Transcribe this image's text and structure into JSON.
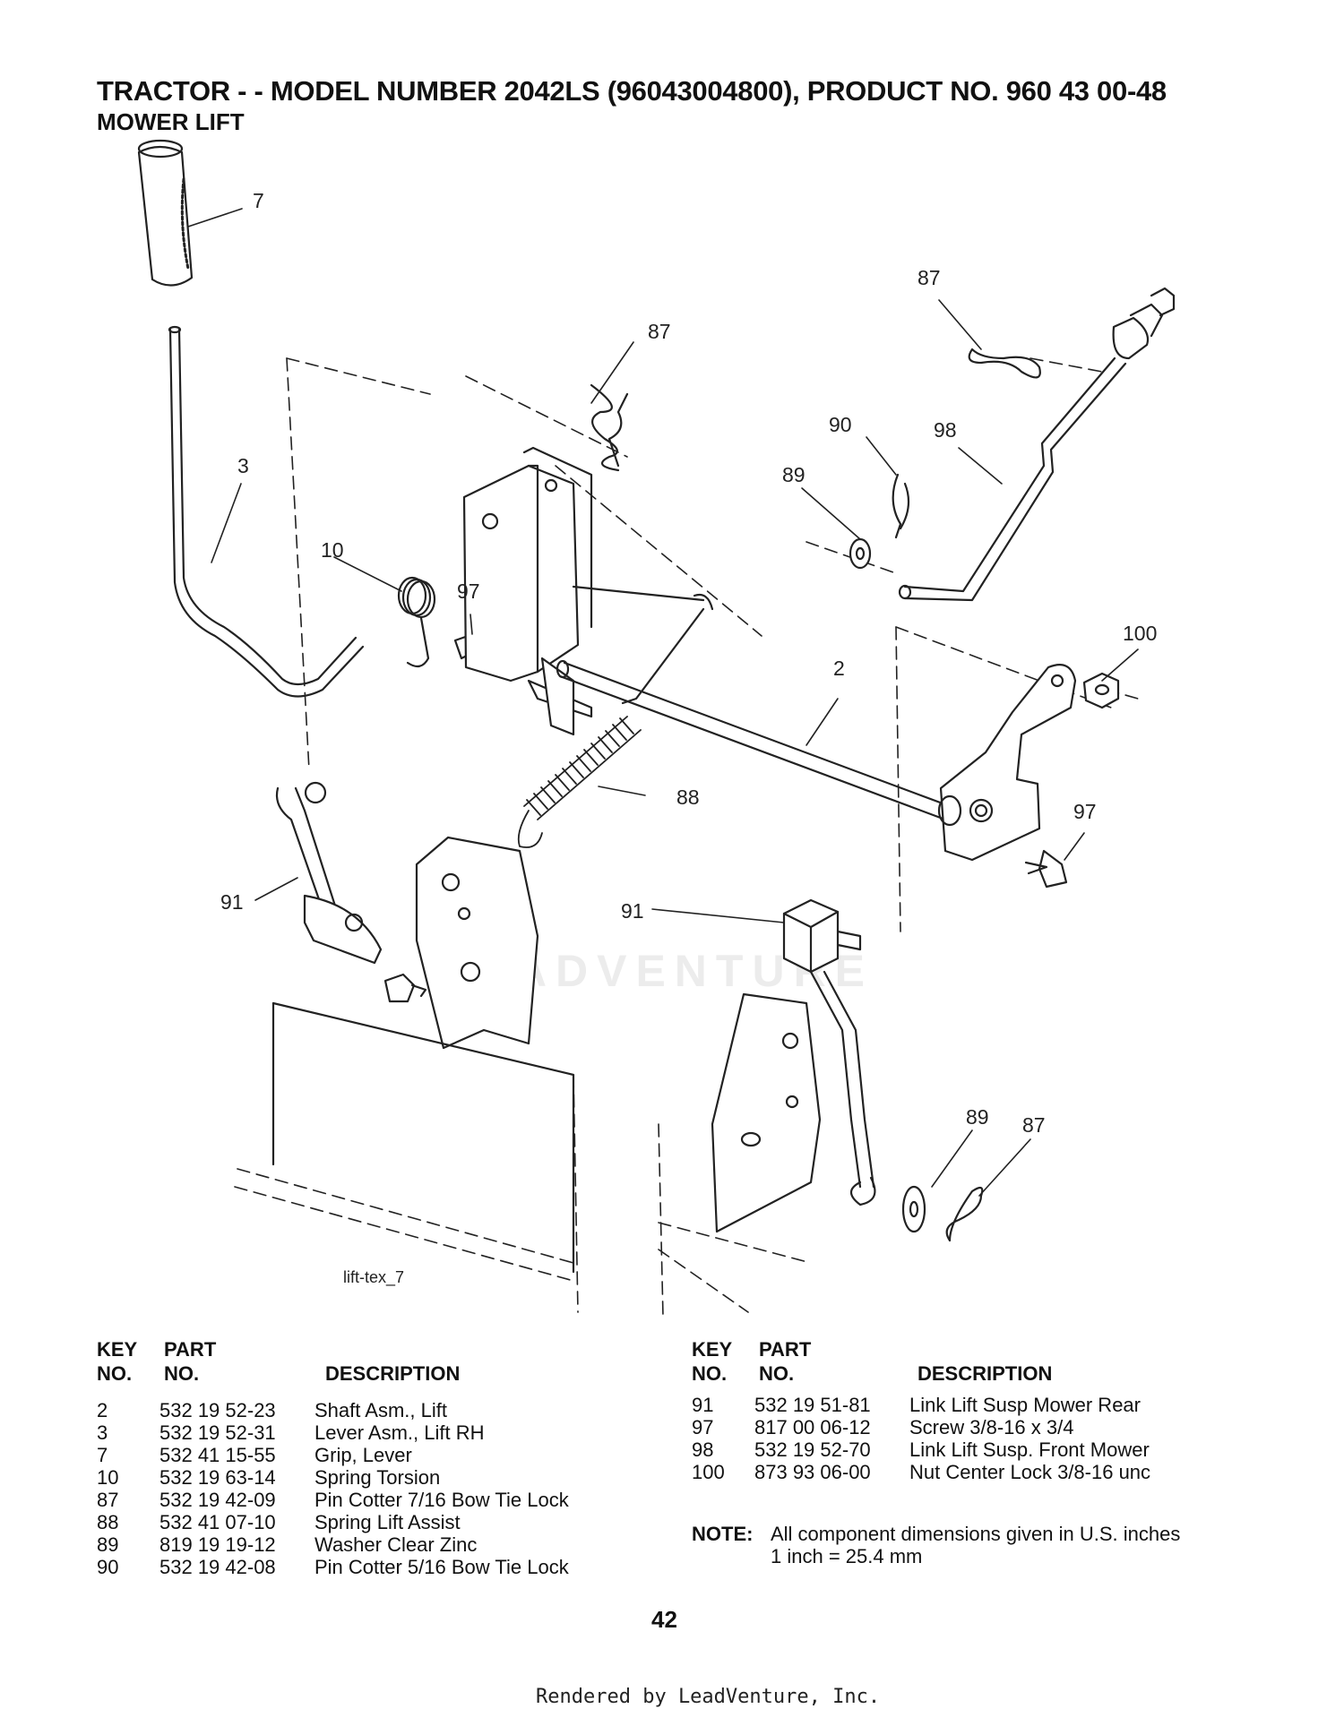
{
  "header": {
    "title": "TRACTOR - - MODEL NUMBER 2042LS (96043004800), PRODUCT NO. 960 43 00-48",
    "subtitle": "MOWER LIFT"
  },
  "diagram": {
    "image_label": "lift-tex_7",
    "watermark": "LEADVENTURE",
    "callouts": [
      "7",
      "87",
      "87",
      "3",
      "90",
      "98",
      "89",
      "10",
      "97",
      "100",
      "2",
      "88",
      "97",
      "91",
      "91",
      "89",
      "87"
    ]
  },
  "parts_table": {
    "headers": {
      "key_line1": "KEY",
      "key_line2": "NO.",
      "part_line1": "PART",
      "part_line2": "NO.",
      "description": "DESCRIPTION"
    },
    "left": [
      {
        "key": "2",
        "part": "532 19 52-23",
        "description": "Shaft Asm., Lift"
      },
      {
        "key": "3",
        "part": "532 19 52-31",
        "description": "Lever Asm., Lift RH"
      },
      {
        "key": "7",
        "part": "532 41 15-55",
        "description": "Grip, Lever"
      },
      {
        "key": "10",
        "part": "532 19 63-14",
        "description": "Spring  Torsion"
      },
      {
        "key": "87",
        "part": "532 19 42-09",
        "description": "Pin Cotter 7/16 Bow Tie Lock"
      },
      {
        "key": "88",
        "part": "532 41 07-10",
        "description": "Spring Lift Assist"
      },
      {
        "key": "89",
        "part": "819 19 19-12",
        "description": "Washer Clear Zinc"
      },
      {
        "key": "90",
        "part": "532 19 42-08",
        "description": "Pin Cotter 5/16 Bow Tie Lock"
      }
    ],
    "right": [
      {
        "key": "91",
        "part": "532 19 51-81",
        "description": "Link Lift Susp Mower Rear"
      },
      {
        "key": "97",
        "part": "817 00 06-12",
        "description": "Screw 3/8-16 x 3/4"
      },
      {
        "key": "98",
        "part": "532 19 52-70",
        "description": "Link Lift Susp. Front Mower"
      },
      {
        "key": "100",
        "part": "873 93 06-00",
        "description": "Nut Center Lock 3/8-16 unc"
      }
    ]
  },
  "note": {
    "label": "NOTE:",
    "line1": "All component dimensions given in U.S. inches",
    "line2": "1 inch = 25.4 mm"
  },
  "page_number": "42",
  "footer": "Rendered by LeadVenture, Inc."
}
